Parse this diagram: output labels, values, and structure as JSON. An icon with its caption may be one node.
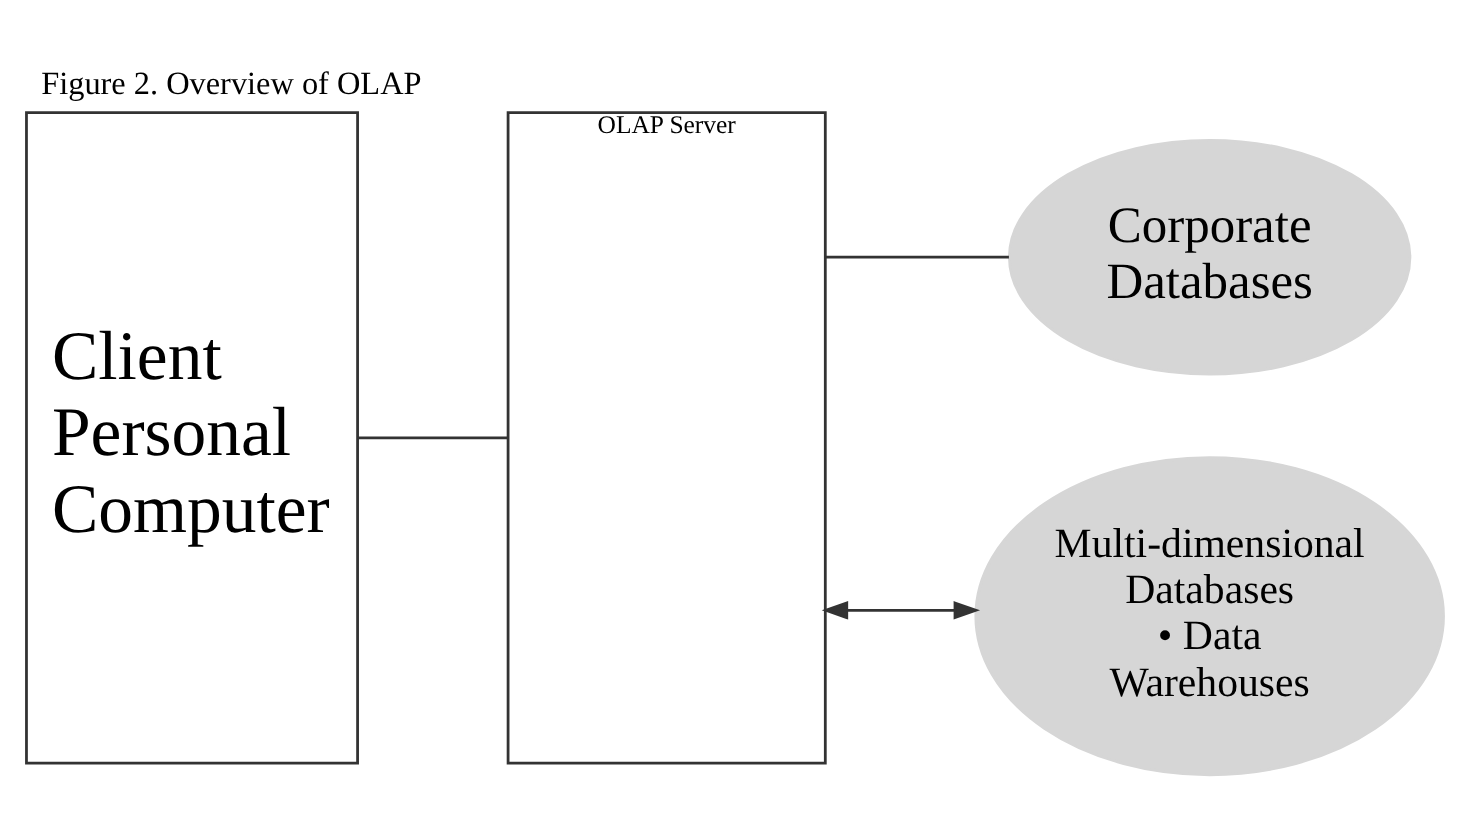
{
  "diagram": {
    "title": "Figure 2. Overview of OLAP",
    "nodes": [
      {
        "text": [
          "Client Personal Computer"
        ]
      },
      {
        "text": [
          "OLAP Server"
        ]
      },
      {
        "text": [
          "Corporate Databases"
        ]
      },
      {
        "text": [
          "Multi-dimensional Databases",
          "• Data Warehouses"
        ]
      }
    ],
    "edges": [
      {
        "from": 0,
        "to": 1,
        "arrow": "none"
      },
      {
        "from": 1,
        "to": 2,
        "arrow": "none"
      },
      {
        "from": 1,
        "to": 3,
        "arrow": "both"
      }
    ]
  }
}
